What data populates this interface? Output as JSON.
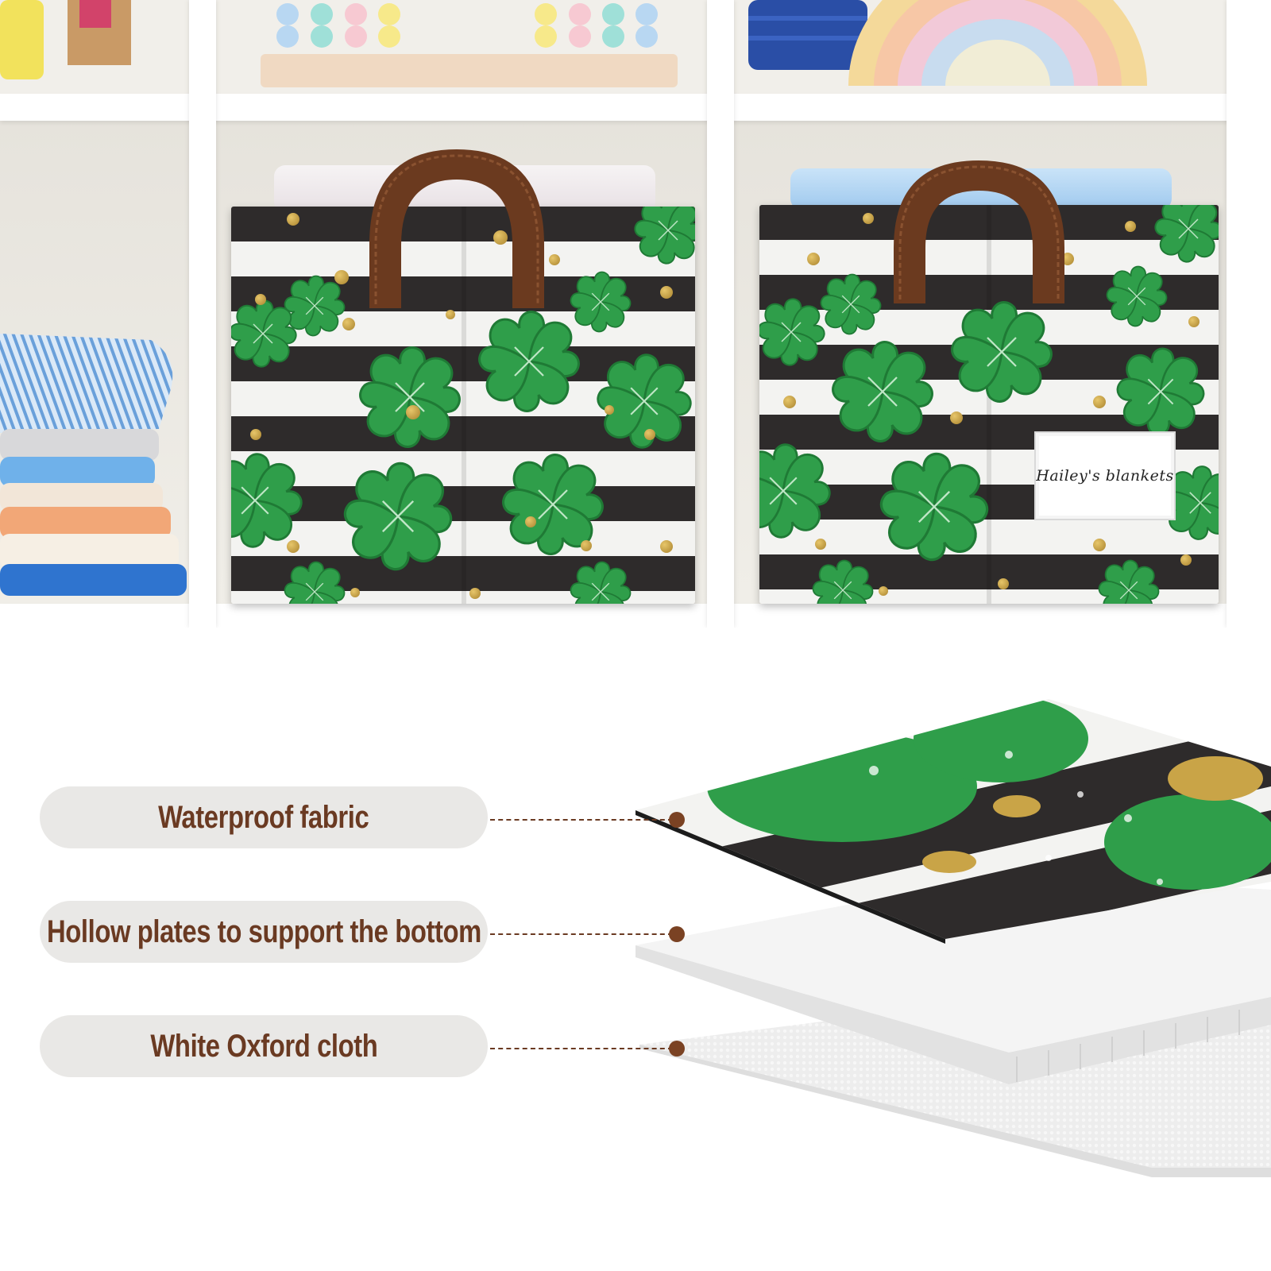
{
  "product": {
    "label_card_text": "Hailey's blankets"
  },
  "layers": [
    {
      "label": "Waterproof fabric"
    },
    {
      "label": "Hollow plates to support the bottom"
    },
    {
      "label": "White Oxford cloth"
    }
  ],
  "colors": {
    "accent_brown": "#6a3a22",
    "clover_green": "#2f9e4a",
    "stripe_black": "#2e2b2b",
    "stripe_white": "#f3f3f1",
    "gold_dot": "#c9a447"
  }
}
